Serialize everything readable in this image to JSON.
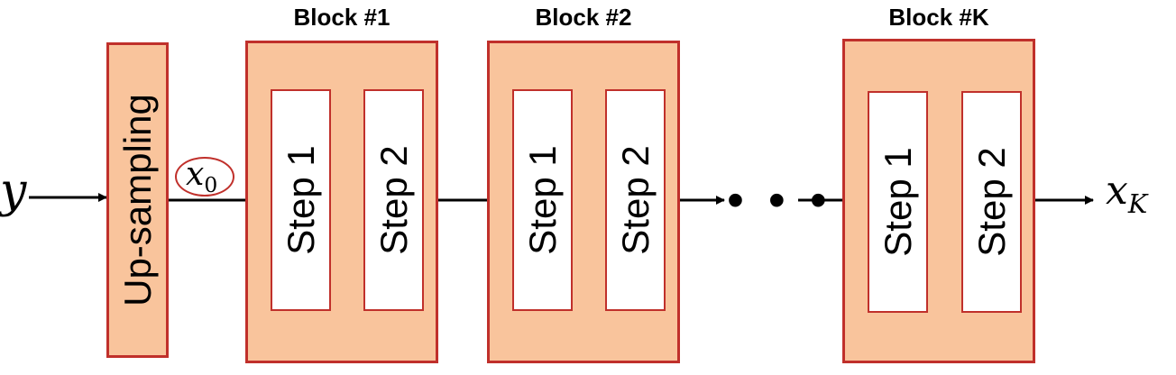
{
  "colors": {
    "block_fill": "#f9c49c",
    "block_border": "#c0302b",
    "arrow": "#000000"
  },
  "input_label": "y",
  "upsampling_label": "Up-sampling",
  "x0_label": {
    "base": "x",
    "sub": "0"
  },
  "output_label": {
    "base": "x",
    "sub": "K"
  },
  "ellipsis": "• • •",
  "blocks": [
    {
      "title": "Block #1",
      "steps": [
        "Step 1",
        "Step 2"
      ]
    },
    {
      "title": "Block #2",
      "steps": [
        "Step 1",
        "Step 2"
      ]
    },
    {
      "title": "Block #K",
      "steps": [
        "Step 1",
        "Step 2"
      ]
    }
  ]
}
